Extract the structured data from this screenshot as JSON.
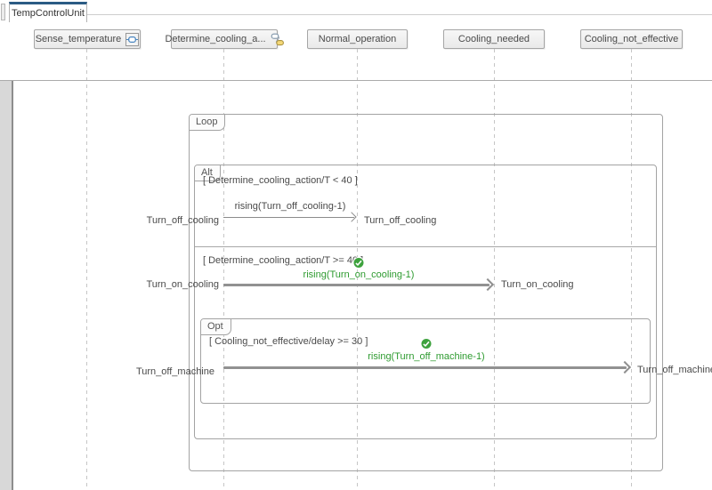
{
  "window": {
    "tab_title": "TempControlUnit"
  },
  "lifelines": [
    {
      "label": "Sense_temperature",
      "icon": "simulink-subsystem-icon"
    },
    {
      "label": "Determine_cooling_a...",
      "icon": "stateflow-chart-icon"
    },
    {
      "label": "Normal_operation"
    },
    {
      "label": "Cooling_needed"
    },
    {
      "label": "Cooling_not_effective"
    }
  ],
  "fragments": {
    "loop": {
      "operator": "Loop"
    },
    "alt": {
      "operator": "Alt",
      "sections": [
        {
          "guard": "[ Determine_cooling_action/T < 40 ]"
        },
        {
          "guard": "[ Determine_cooling_action/T >= 40 ]"
        }
      ]
    },
    "opt": {
      "operator": "Opt",
      "guard": "[ Cooling_not_effective/delay >= 30 ]"
    }
  },
  "messages": [
    {
      "label": "rising(Turn_off_cooling-1)",
      "source_event": "Turn_off_cooling",
      "dest_event": "Turn_off_cooling",
      "executed": false
    },
    {
      "label": "rising(Turn_on_cooling-1)",
      "source_event": "Turn_on_cooling",
      "dest_event": "Turn_on_cooling",
      "executed": true
    },
    {
      "label": "rising(Turn_off_machine-1)",
      "source_event": "Turn_off_machine",
      "dest_event": "Turn_off_machine",
      "executed": true
    }
  ],
  "status": {
    "executed_check": "green-check-icon"
  },
  "colors": {
    "tab_accent_blue": "#2b5b84",
    "executed_green": "#2e9b30",
    "fragment_border_gray": "#a3a3a3",
    "message_gray": "#8c8c8c",
    "check_badge_green": "#3da23d"
  }
}
